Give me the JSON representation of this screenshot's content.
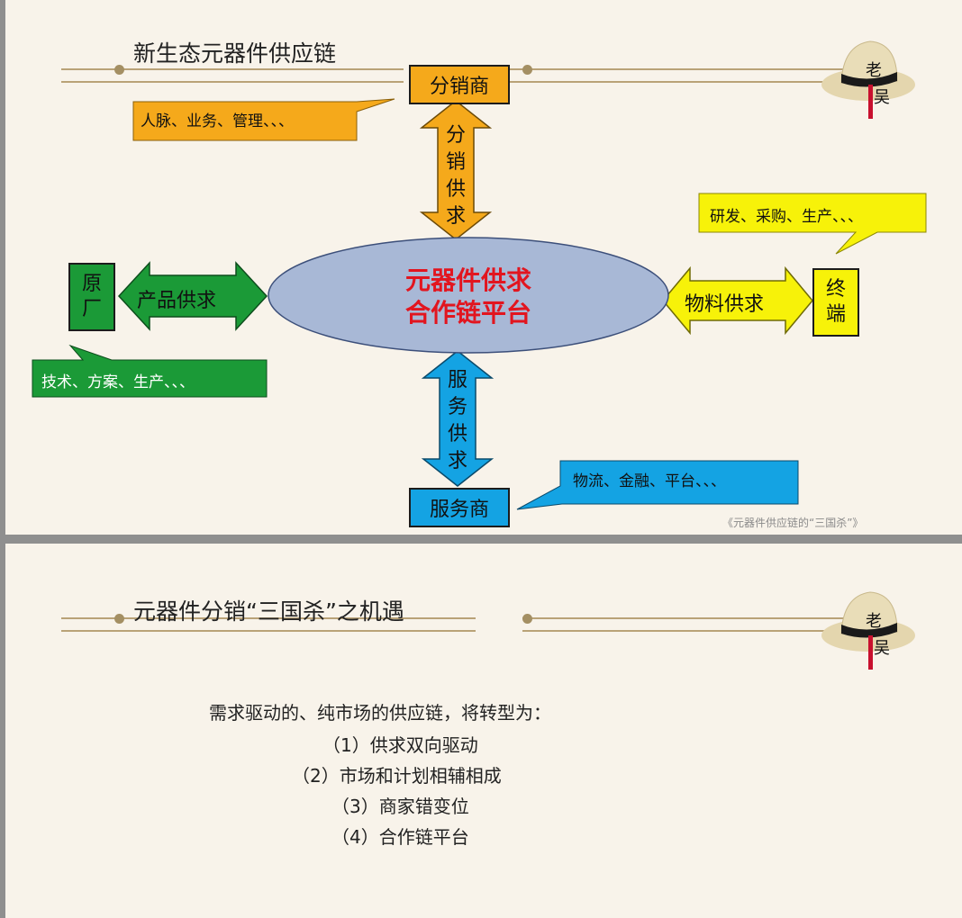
{
  "slide1": {
    "title": "新生态元器件供应链",
    "center": {
      "line1": "元器件供求",
      "line2": "合作链平台"
    },
    "distributor": {
      "label": "分销商",
      "arrow_chars": [
        "分",
        "销",
        "供",
        "求"
      ],
      "callout": "人脉、业务、管理、、、"
    },
    "factory": {
      "label_chars": [
        "原",
        "厂"
      ],
      "arrow_label": "产品供求",
      "callout": "技术、方案、生产、、、"
    },
    "terminal": {
      "label_chars": [
        "终",
        "端"
      ],
      "arrow_label": "物料供求",
      "callout": "研发、采购、生产、、、"
    },
    "service": {
      "label": "服务商",
      "arrow_chars": [
        "服",
        "务",
        "供",
        "求"
      ],
      "callout": "物流、金融、平台、、、"
    },
    "watermark": "《元器件供应链的“三国杀”》",
    "colors": {
      "distributor": "#f5a91b",
      "factory": "#1b9a37",
      "terminal": "#f7f209",
      "service": "#14a3e3",
      "ellipse": "#a8b8d6",
      "center_text": "#e2151f"
    }
  },
  "slide2": {
    "title": "元器件分销“三国杀”之机遇",
    "intro": "需求驱动的、纯市场的供应链，将转型为：",
    "items": [
      "（1）供求双向驱动",
      "（2）市场和计划相辅相成",
      "（3）商家错变位",
      "（4）合作链平台"
    ]
  },
  "logo": {
    "text_top": "老",
    "text_bottom": "吴",
    "icon": "straw-hat-logo"
  }
}
